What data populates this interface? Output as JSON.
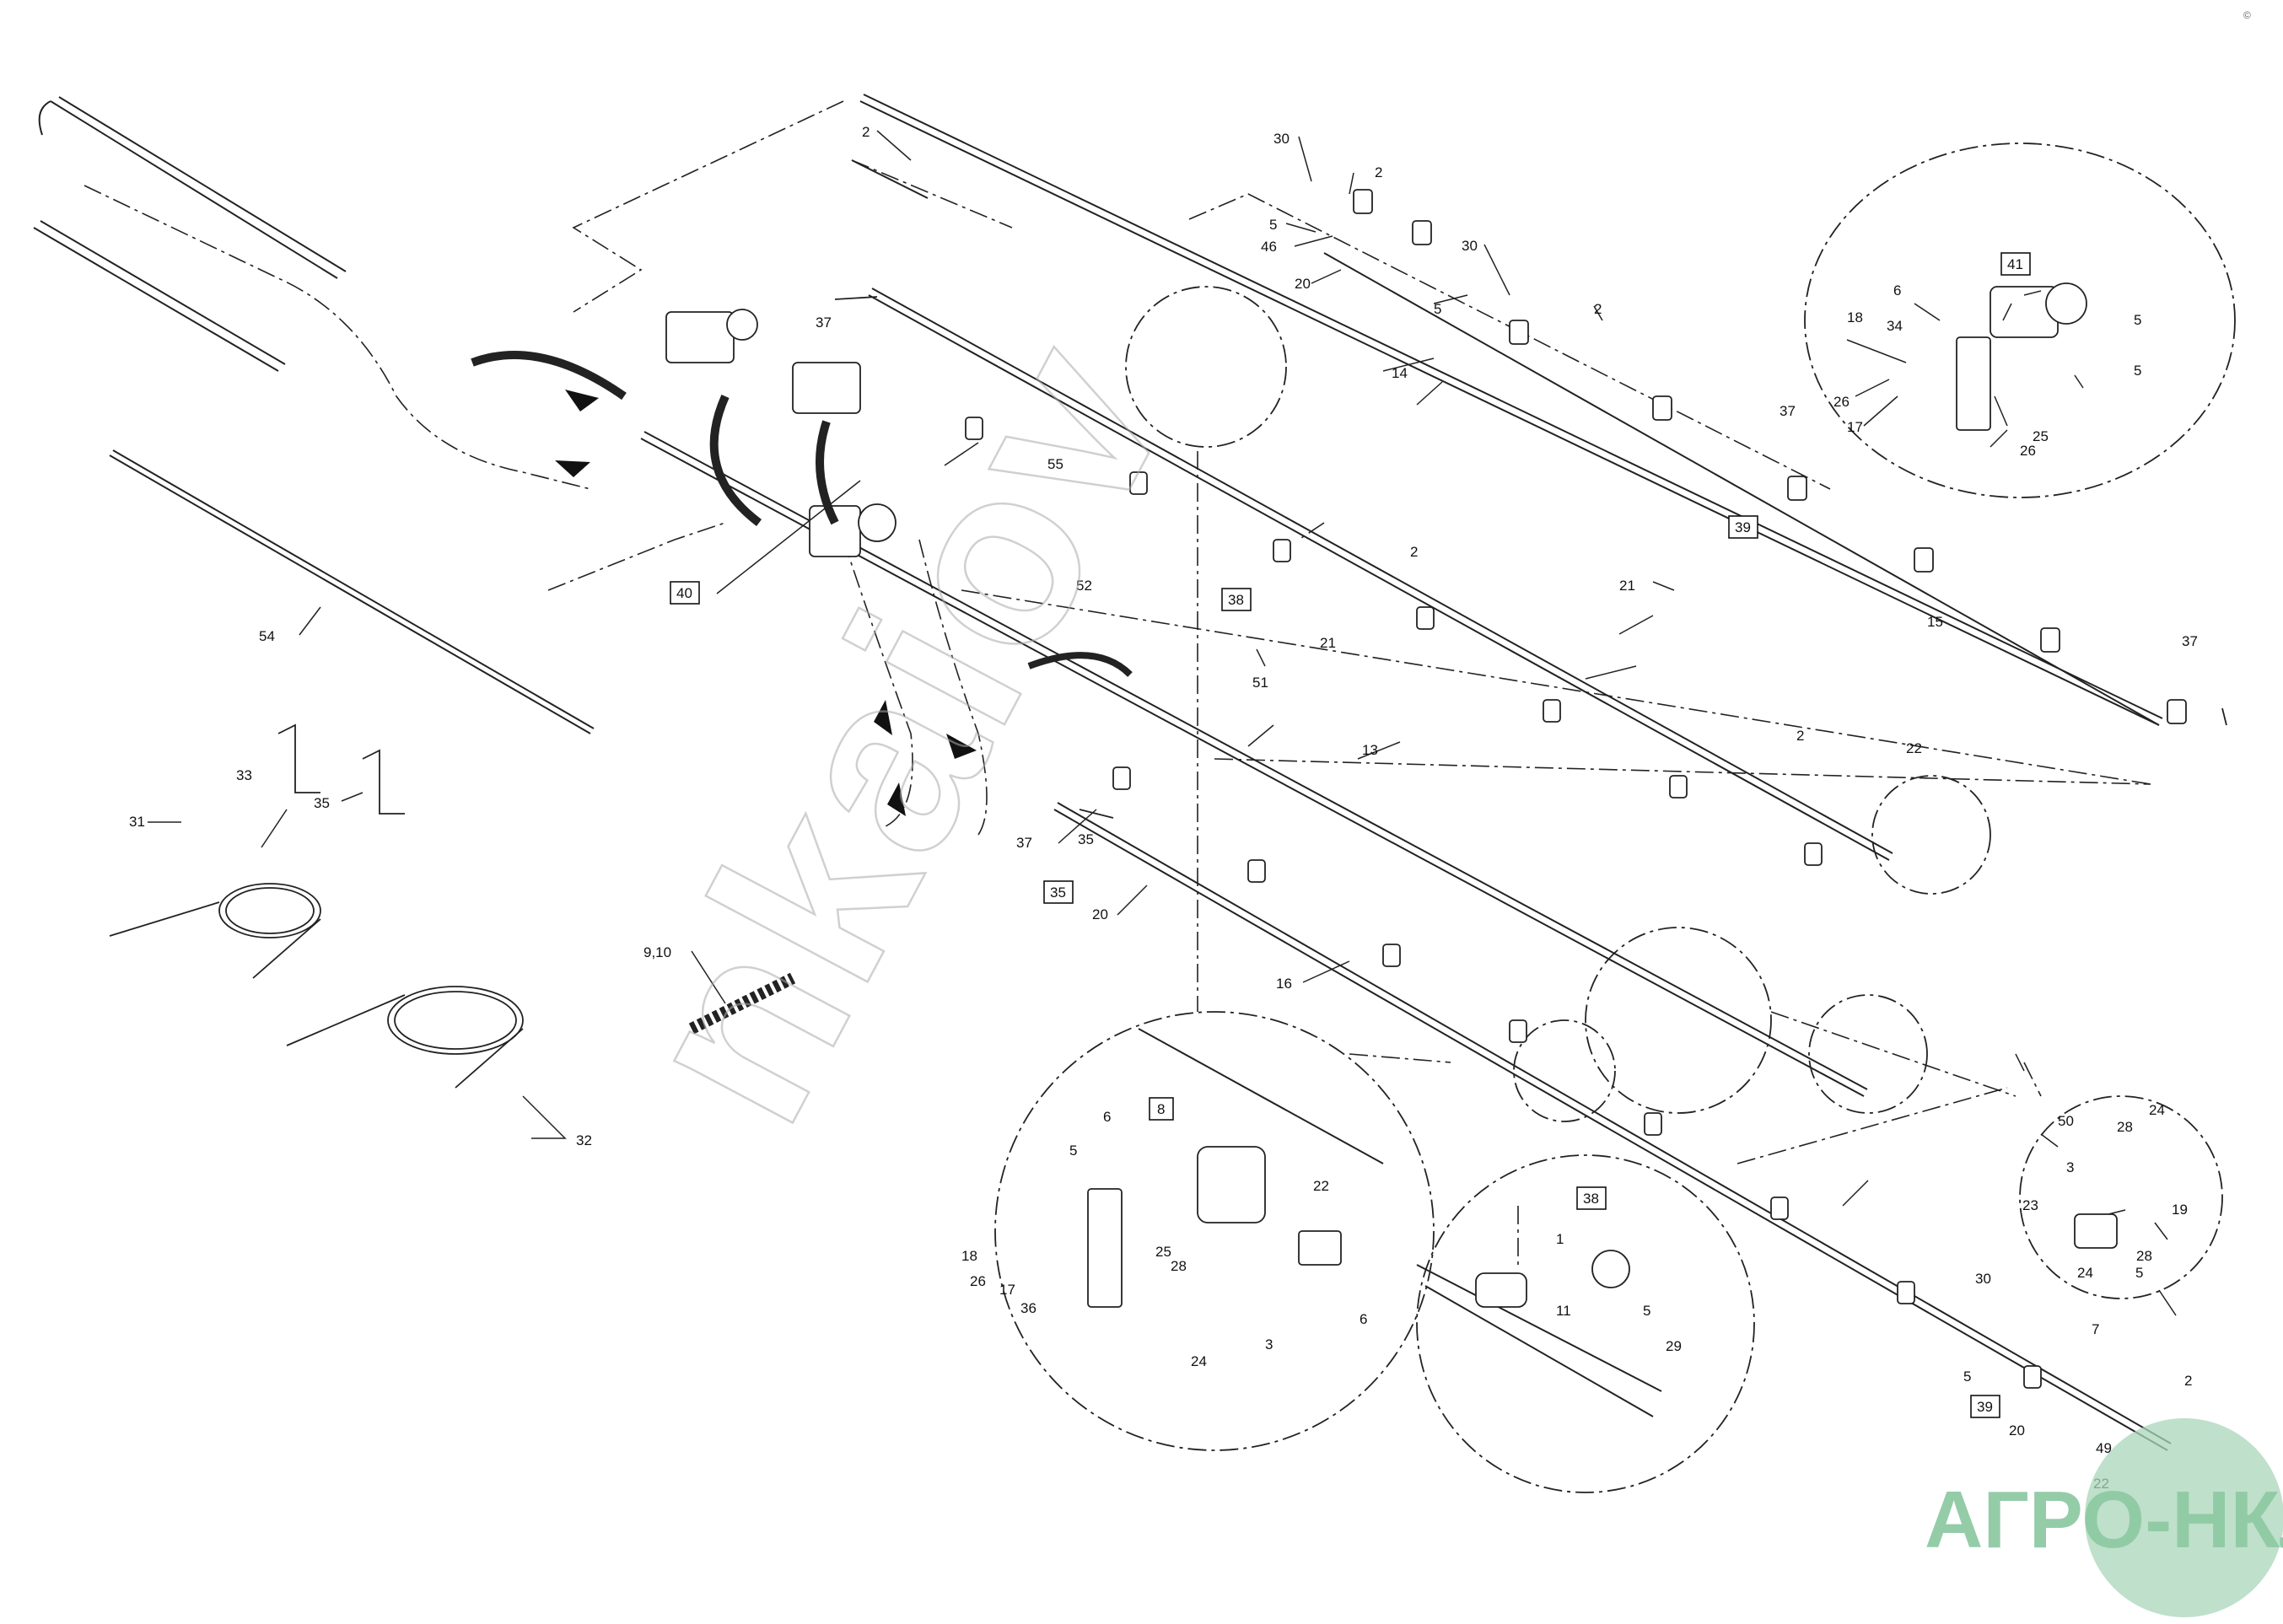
{
  "diagram": {
    "part_labels": [
      "2",
      "30",
      "5",
      "46",
      "2",
      "20",
      "30",
      "5",
      "2",
      "37",
      "14",
      "55",
      "40",
      "54",
      "38",
      "2",
      "21",
      "21",
      "52",
      "51",
      "13",
      "37",
      "35",
      "20",
      "16",
      "9,10",
      "31",
      "33",
      "35",
      "32",
      "6",
      "5",
      "41",
      "5",
      "18",
      "34",
      "26",
      "17",
      "25",
      "26",
      "5",
      "37",
      "39",
      "15",
      "37",
      "2",
      "22",
      "6",
      "8",
      "5",
      "22",
      "18",
      "26",
      "17",
      "36",
      "25",
      "28",
      "24",
      "3",
      "6",
      "1",
      "11",
      "5",
      "29",
      "38",
      "24",
      "28",
      "50",
      "3",
      "23",
      "19",
      "28",
      "24",
      "5",
      "30",
      "7",
      "5",
      "39",
      "20",
      "2",
      "49",
      "22"
    ],
    "boxed_labels": [
      "40",
      "38",
      "35",
      "39",
      "41",
      "8",
      "38",
      "39"
    ],
    "logo_text": "АГРО-НКЛ",
    "watermark_text": "nkaiov",
    "corner_mark": "©"
  }
}
